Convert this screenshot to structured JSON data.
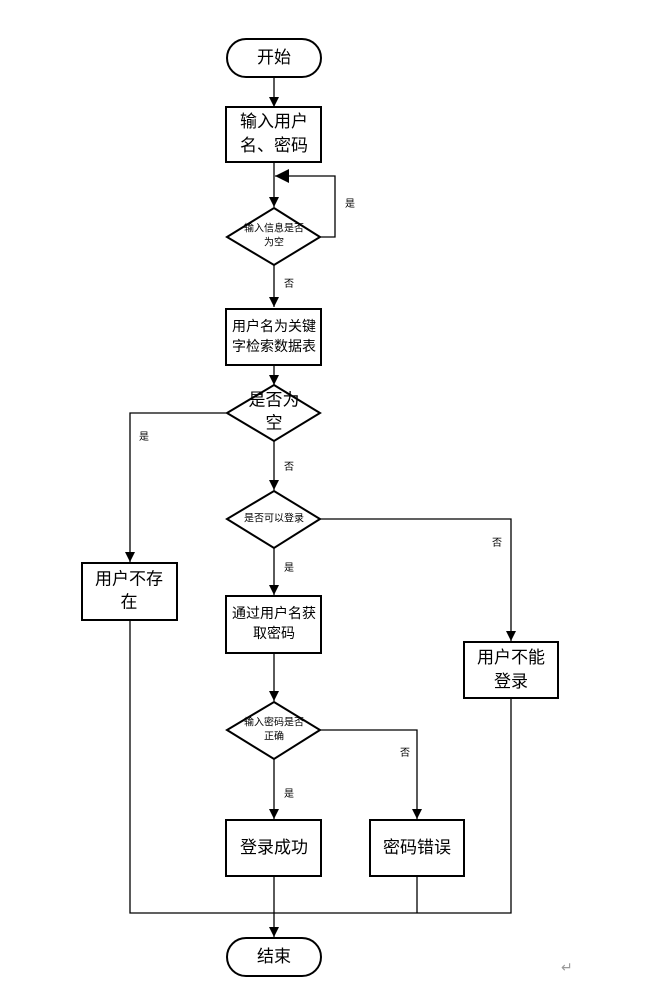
{
  "nodes": {
    "start": {
      "lines": [
        "开始"
      ]
    },
    "input": {
      "lines": [
        "输入用户",
        "名、密码"
      ]
    },
    "check_empty": {
      "lines": [
        "输入信息是否",
        "为空"
      ]
    },
    "search": {
      "lines": [
        "用户名为关键",
        "字检索数据表"
      ]
    },
    "is_empty": {
      "lines": [
        "是否为",
        "空"
      ]
    },
    "can_login": {
      "lines": [
        "是否可以登录"
      ]
    },
    "no_user": {
      "lines": [
        "用户不存",
        "在"
      ]
    },
    "get_pwd": {
      "lines": [
        "通过用户名获",
        "取密码"
      ]
    },
    "cannot_login": {
      "lines": [
        "用户不能",
        "登录"
      ]
    },
    "pwd_ok": {
      "lines": [
        "输入密码是否",
        "正确"
      ]
    },
    "success": {
      "lines": [
        "登录成功"
      ]
    },
    "pwd_err": {
      "lines": [
        "密码错误"
      ]
    },
    "end": {
      "lines": [
        "结束"
      ]
    }
  },
  "edge_labels": {
    "check_empty_yes": "是",
    "check_empty_no": "否",
    "is_empty_yes": "是",
    "is_empty_no": "否",
    "can_login_yes": "是",
    "can_login_no": "否",
    "pwd_ok_no": "否",
    "pwd_ok_yes": "是"
  },
  "return_mark": "↵"
}
